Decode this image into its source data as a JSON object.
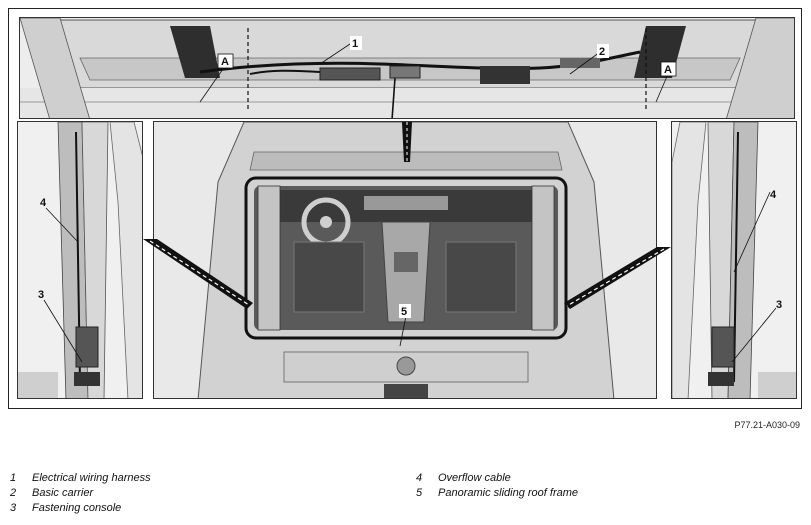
{
  "callouts": {
    "c1": "1",
    "c2": "2",
    "c3_left": "3",
    "c3_right": "3",
    "c4_left": "4",
    "c4_right": "4",
    "c5": "5",
    "a_left": "A",
    "a_right": "A"
  },
  "reference_code": "P77.21-A030-09",
  "legend": [
    {
      "num": "1",
      "label": "Electrical wiring harness"
    },
    {
      "num": "2",
      "label": "Basic carrier"
    },
    {
      "num": "3",
      "label": "Fastening console"
    },
    {
      "num": "4",
      "label": "Overflow cable"
    },
    {
      "num": "5",
      "label": "Panoramic sliding roof frame"
    }
  ]
}
